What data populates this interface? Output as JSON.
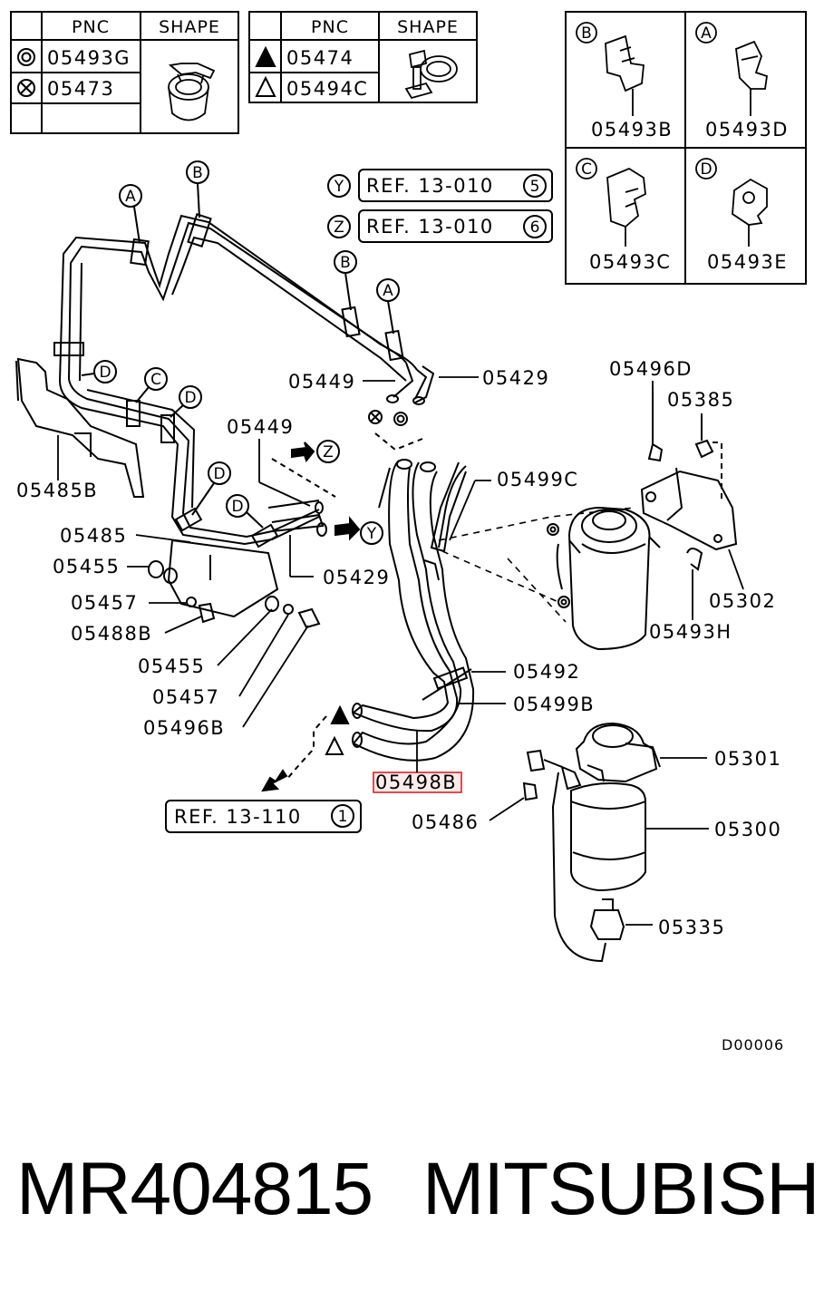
{
  "legend_left": {
    "headers": [
      "PNC",
      "SHAPE"
    ],
    "rows": [
      {
        "symbol": "double-circle",
        "pnc": "05493G"
      },
      {
        "symbol": "circle-x",
        "pnc": "05473"
      },
      {
        "symbol": "",
        "pnc": ""
      }
    ]
  },
  "legend_mid": {
    "headers": [
      "PNC",
      "SHAPE"
    ],
    "rows": [
      {
        "symbol": "filled-triangle",
        "pnc": "05474"
      },
      {
        "symbol": "open-triangle",
        "pnc": "05494C"
      }
    ]
  },
  "clips": [
    {
      "letter": "B",
      "pnc": "05493B"
    },
    {
      "letter": "A",
      "pnc": "05493D"
    },
    {
      "letter": "C",
      "pnc": "05493C"
    },
    {
      "letter": "D",
      "pnc": "05493E"
    }
  ],
  "refs": [
    {
      "marker": "Y",
      "text": "REF. 13-010",
      "num": "5"
    },
    {
      "marker": "Z",
      "text": "REF. 13-010",
      "num": "6"
    },
    {
      "marker": "",
      "text": "REF. 13-110",
      "num": "1"
    }
  ],
  "callouts": {
    "A": "A",
    "B": "B",
    "C": "C",
    "D": "D",
    "Y": "Y",
    "Z": "Z"
  },
  "labels": {
    "p05449a": "05449",
    "p05429a": "05429",
    "p05449b": "05449",
    "p05429b": "05429",
    "p05485b": "05485B",
    "p05485": "05485",
    "p05455a": "05455",
    "p05457a": "05457",
    "p05488b": "05488B",
    "p05455b": "05455",
    "p05457b": "05457",
    "p05496b": "05496B",
    "p05499c": "05499C",
    "p05496d": "05496D",
    "p05385": "05385",
    "p05302": "05302",
    "p05493h": "05493H",
    "p05492": "05492",
    "p05499b": "05499B",
    "p05498b": "05498B",
    "p05301": "05301",
    "p05486": "05486",
    "p05300": "05300",
    "p05335": "05335"
  },
  "diagram_code": "D00006",
  "highlight": "05498B",
  "footer": {
    "part_number": "MR404815",
    "brand": "MITSUBISHI"
  }
}
